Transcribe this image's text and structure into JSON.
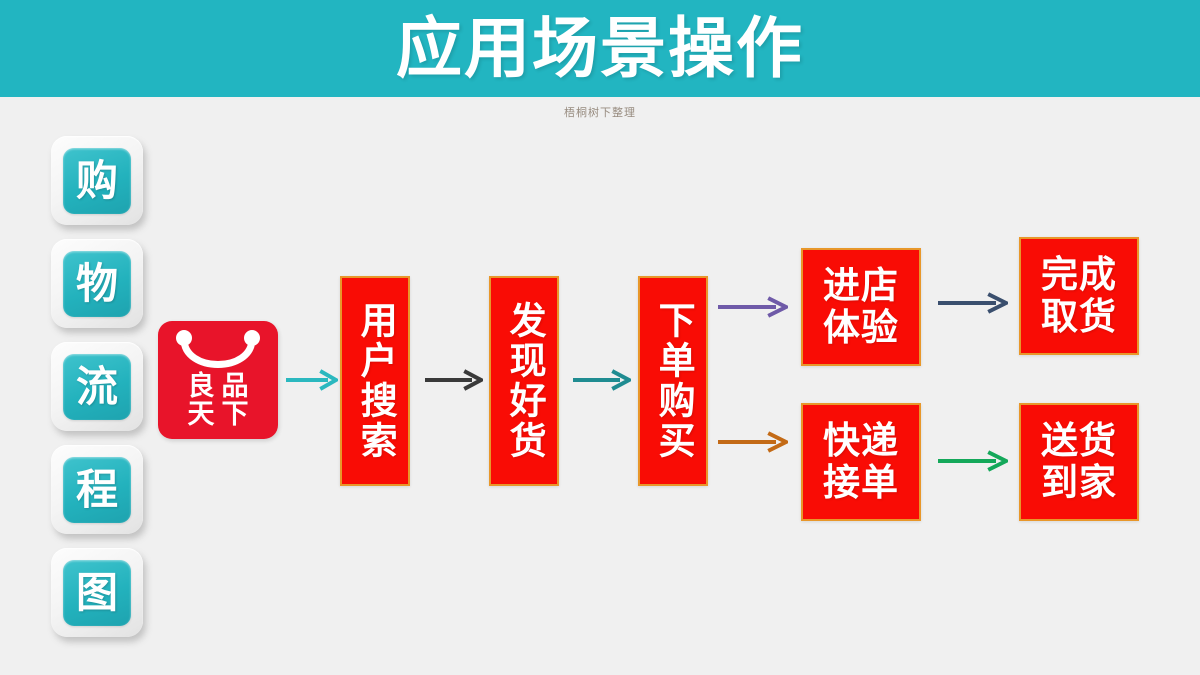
{
  "header": {
    "title": "应用场景操作",
    "subtitle": "梧桐树下整理",
    "bar_color": "#22b5c1",
    "page_background": "#f0f0f0"
  },
  "sidebar": {
    "name": "购物流程图",
    "tiles": [
      {
        "char": "购",
        "name": "sidebar-tile-gou"
      },
      {
        "char": "物",
        "name": "sidebar-tile-wu"
      },
      {
        "char": "流",
        "name": "sidebar-tile-liu"
      },
      {
        "char": "程",
        "name": "sidebar-tile-cheng"
      },
      {
        "char": "图",
        "name": "sidebar-tile-tu"
      }
    ],
    "tile_color": "#23b2bd",
    "tile_frame_color": "#f2f2f2"
  },
  "brand": {
    "line1": "良品",
    "line2": "天下",
    "color": "#e8142a",
    "icon": "shopping-bag-handle-icon"
  },
  "flow": {
    "box_fill": "#f90c05",
    "box_border": "#e8972a",
    "boxes": [
      {
        "id": "search",
        "label": "用户搜索",
        "orientation": "vertical"
      },
      {
        "id": "discover",
        "label": "发现好货",
        "orientation": "vertical"
      },
      {
        "id": "order",
        "label": "下单购买",
        "orientation": "vertical"
      },
      {
        "id": "instore",
        "label": "进店\n体验",
        "orientation": "stacked"
      },
      {
        "id": "courier",
        "label": "快递\n接单",
        "orientation": "stacked"
      },
      {
        "id": "pickup",
        "label": "完成\n取货",
        "orientation": "stacked"
      },
      {
        "id": "delivery",
        "label": "送货\n到家",
        "orientation": "stacked"
      }
    ],
    "arrows": [
      {
        "id": "logo-search",
        "from": "良品天下",
        "to": "用户搜索",
        "color": "#2bb8bf"
      },
      {
        "id": "search-discover",
        "from": "用户搜索",
        "to": "发现好货",
        "color": "#3a3a3a"
      },
      {
        "id": "discover-order",
        "from": "发现好货",
        "to": "下单购买",
        "color": "#1f8c91"
      },
      {
        "id": "order-instore",
        "from": "下单购买",
        "to": "进店体验",
        "color": "#6f5aa8"
      },
      {
        "id": "order-courier",
        "from": "下单购买",
        "to": "快递接单",
        "color": "#c36a16"
      },
      {
        "id": "instore-pickup",
        "from": "进店体验",
        "to": "完成取货",
        "color": "#3a4f6e"
      },
      {
        "id": "courier-delivery",
        "from": "快递接单",
        "to": "送货到家",
        "color": "#14a85a"
      }
    ]
  }
}
